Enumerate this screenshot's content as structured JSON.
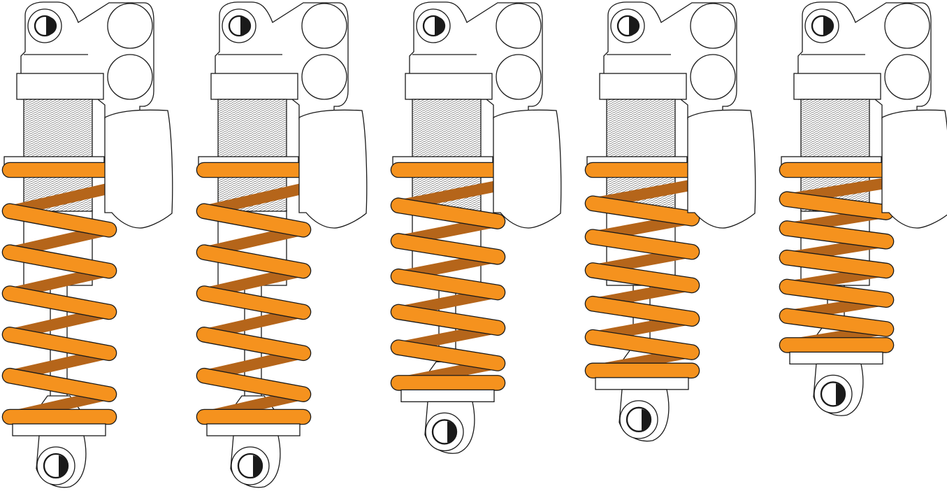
{
  "colors": {
    "spring": "#F5921E",
    "spring_back": "#B5651A",
    "outline": "#1a1a1a",
    "body": "#ffffff",
    "thread": "#555555"
  },
  "shocks": [
    {
      "id": "shock-1",
      "compression": 0.0
    },
    {
      "id": "shock-2",
      "compression": 0.0
    },
    {
      "id": "shock-3",
      "compression": 0.36
    },
    {
      "id": "shock-4",
      "compression": 0.49
    },
    {
      "id": "shock-5",
      "compression": 0.76
    }
  ]
}
